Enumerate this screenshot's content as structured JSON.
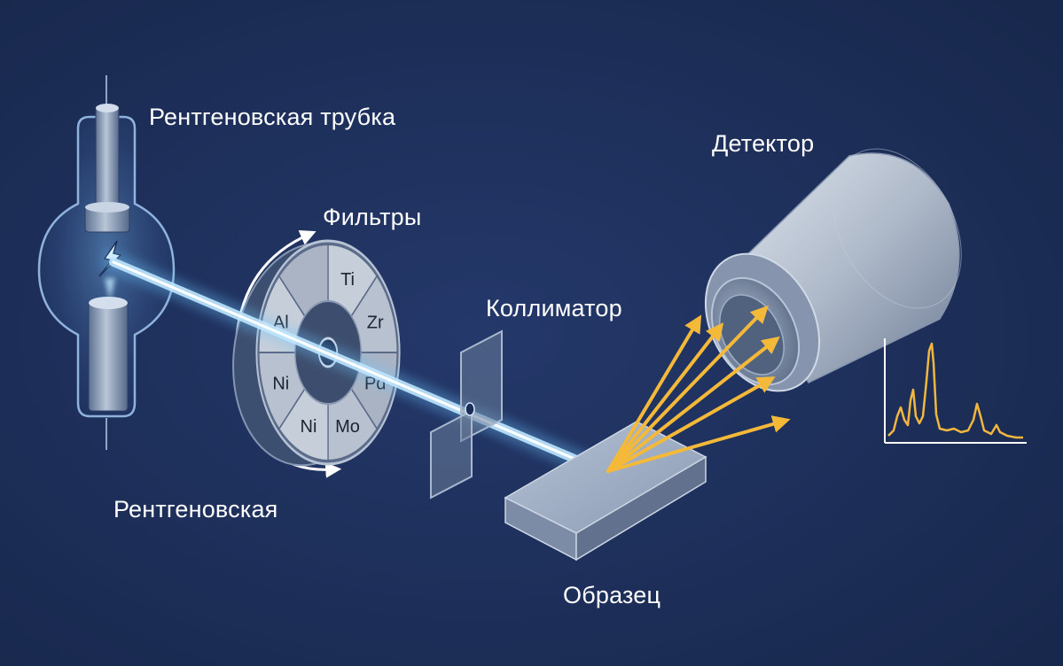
{
  "labels": {
    "tube": "Рентгеновская трубка",
    "filters": "Фильтры",
    "collimator": "Коллиматор",
    "detector": "Детектор",
    "sample": "Образец",
    "xray": "Рентгеновская"
  },
  "filter_segments": [
    "Ti",
    "Zr",
    "Pd",
    "Mo",
    "Ni",
    "Ni",
    "Al"
  ],
  "colors": {
    "background": "#1b2d55",
    "primary_beam": "#bfe6ff",
    "fluorescence": "#f5b93a",
    "spectrum_line": "#f2b73f"
  }
}
